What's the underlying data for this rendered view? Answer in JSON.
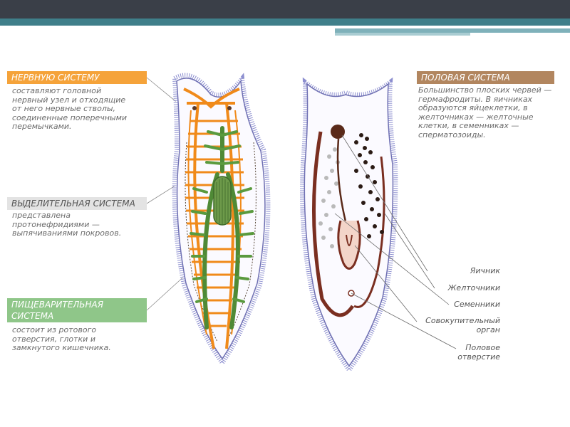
{
  "labels": {
    "nervous_title": "НЕРВНУЮ СИСТЕМУ",
    "nervous_desc": "составляют головной нервный узел и отходящие от него нервные стволы, соединенные поперечными перемычками.",
    "excretory_title": "ВЫДЕЛИТЕЛЬНАЯ СИСТЕМА",
    "excretory_desc": "представлена протонефридиями — выпячиваниями покровов.",
    "digestive_title": "ПИЩЕВАРИТЕЛЬНАЯ СИСТЕМА",
    "digestive_desc": "состоит из ротового отверстия, глотки и замкнутого кишечника.",
    "reproductive_title": "ПОЛОВАЯ СИСТЕМА",
    "reproductive_desc": "Большинство плоских червей — гермафродиты. В яичниках образуются яйцеклетки, в желточниках — желточные клетки, в семенниках — сперматозоиды."
  },
  "callouts": {
    "ovary": "Яичник",
    "vitellaria": "Желточники",
    "testes": "Семенники",
    "copulatory_organ": "Совокупительный орган",
    "genital_opening": "Половое отверстие"
  },
  "colors": {
    "nervous": "#f5a33a",
    "excretory": "#e3e3e3",
    "digestive": "#8fc689",
    "reproductive": "#b2865f",
    "gut": "#4f8a36",
    "body_outline": "#7d7fbf",
    "header_dark": "#3a3f48",
    "header_teal": "#3f7f8a"
  }
}
